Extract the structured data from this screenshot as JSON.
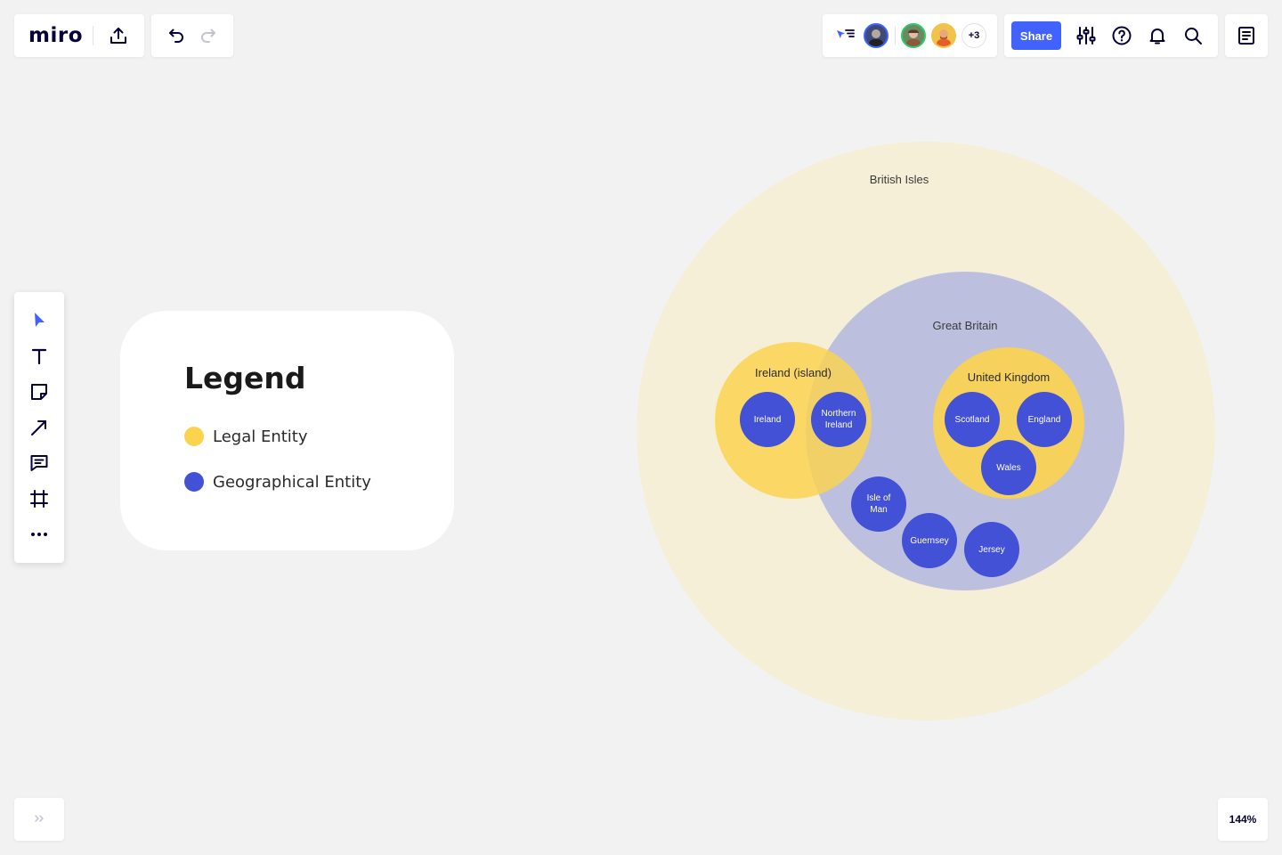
{
  "app": {
    "logo": "miro"
  },
  "collaborators": {
    "more_count": "+3"
  },
  "toolbar": {
    "share_label": "Share",
    "zoom_level": "144%"
  },
  "legend": {
    "title": "Legend",
    "items": [
      {
        "label": "Legal Entity",
        "color": "#fcd34d"
      },
      {
        "label": "Geographical Entity",
        "color": "#4351d6"
      }
    ]
  },
  "diagram": {
    "british_isles": "British Isles",
    "great_britain": "Great Britain",
    "ireland_island": "Ireland (island)",
    "united_kingdom": "United Kingdom",
    "ireland": "Ireland",
    "northern_ireland_1": "Northern",
    "northern_ireland_2": "Ireland",
    "scotland": "Scotland",
    "england": "England",
    "wales": "Wales",
    "isle_of_man_1": "Isle of",
    "isle_of_man_2": "Man",
    "guernsey": "Guernsey",
    "jersey": "Jersey"
  },
  "colors": {
    "accent": "#4262ff",
    "legal": "#fcd34d",
    "geographical": "#4351d6",
    "isles_fill": "#f5efd8",
    "britain_fill": "#bcc0de"
  }
}
